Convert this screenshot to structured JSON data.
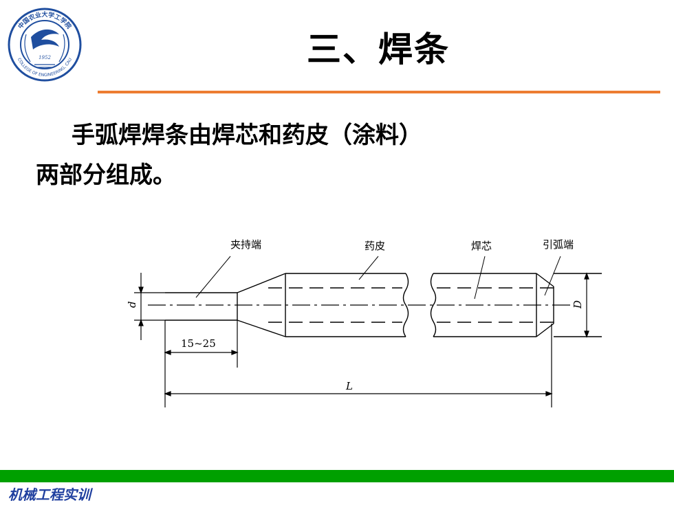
{
  "logo": {
    "ring_top_text": "中国农业大学工学院",
    "ring_bottom_text": "COLLEGE OF ENGINEERING, CAU",
    "year": "1952",
    "color": "#1f4e9f"
  },
  "title": "三、焊条",
  "body": {
    "line1": "手弧焊焊条由焊芯和药皮（涂料）",
    "line2": "两部分组成。"
  },
  "diagram": {
    "labels": {
      "clamp_end": "夹持端",
      "coating": "药皮",
      "core": "焊芯",
      "arc_end": "引弧端",
      "d": "d",
      "D": "D",
      "length_range": "15~25",
      "L": "L"
    }
  },
  "colors": {
    "accent": "#ed7d31",
    "footer_bar": "#00a000",
    "footer_text": "#1f3f9f"
  },
  "footer": "机械工程实训"
}
